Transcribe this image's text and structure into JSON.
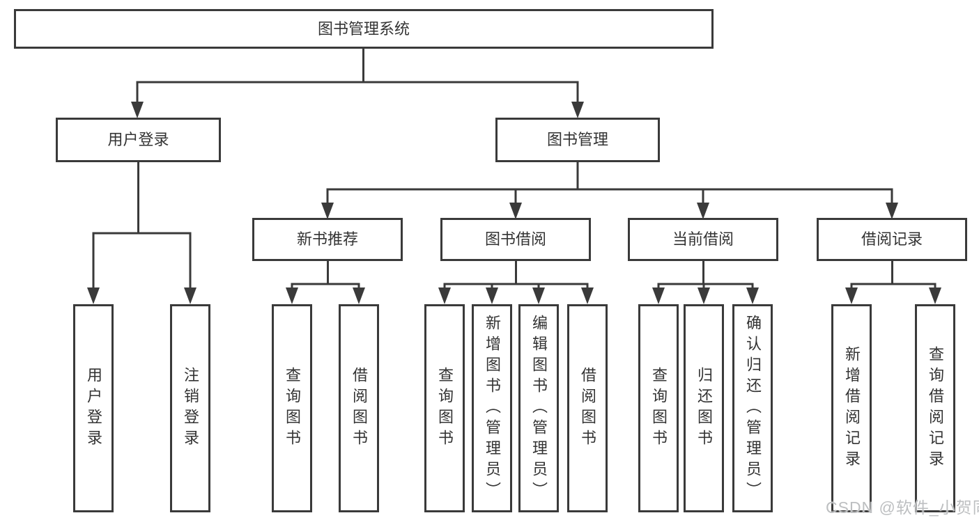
{
  "root": {
    "label": "图书管理系统"
  },
  "level2": [
    {
      "label": "用户登录"
    },
    {
      "label": "图书管理"
    }
  ],
  "level3": [
    {
      "label": "新书推荐"
    },
    {
      "label": "图书借阅"
    },
    {
      "label": "当前借阅"
    },
    {
      "label": "借阅记录"
    }
  ],
  "leaves": [
    {
      "label": "用户登录"
    },
    {
      "label": "注销登录"
    },
    {
      "label": "查询图书"
    },
    {
      "label": "借阅图书"
    },
    {
      "label": "查询图书"
    },
    {
      "label": "新增图书（管理员）"
    },
    {
      "label": "编辑图书（管理员）"
    },
    {
      "label": "借阅图书"
    },
    {
      "label": "查询图书"
    },
    {
      "label": "归还图书"
    },
    {
      "label": "确认归还（管理员）"
    },
    {
      "label": "新增借阅记录"
    },
    {
      "label": "查询借阅记录"
    }
  ],
  "watermark": "CSDN @软件_小贺同学",
  "colors": {
    "line": "#3a3a3a",
    "text": "#333333",
    "background": "#ffffff",
    "watermark": "#bdbfc1"
  }
}
